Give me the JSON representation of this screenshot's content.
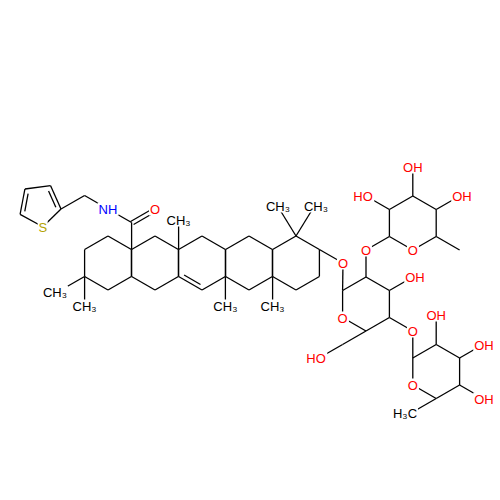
{
  "diagram": {
    "labels": [
      "S",
      "NH",
      "O",
      "CH₃",
      "CH₃",
      "CH₃",
      "CH₃",
      "CH₃",
      "CH₃",
      "CH₃",
      "O",
      "O",
      "HO",
      "O",
      "OH",
      "O",
      "O",
      "OH",
      "OH",
      "HO",
      "O",
      "H₃C",
      "OH",
      "OH",
      "OH"
    ]
  }
}
